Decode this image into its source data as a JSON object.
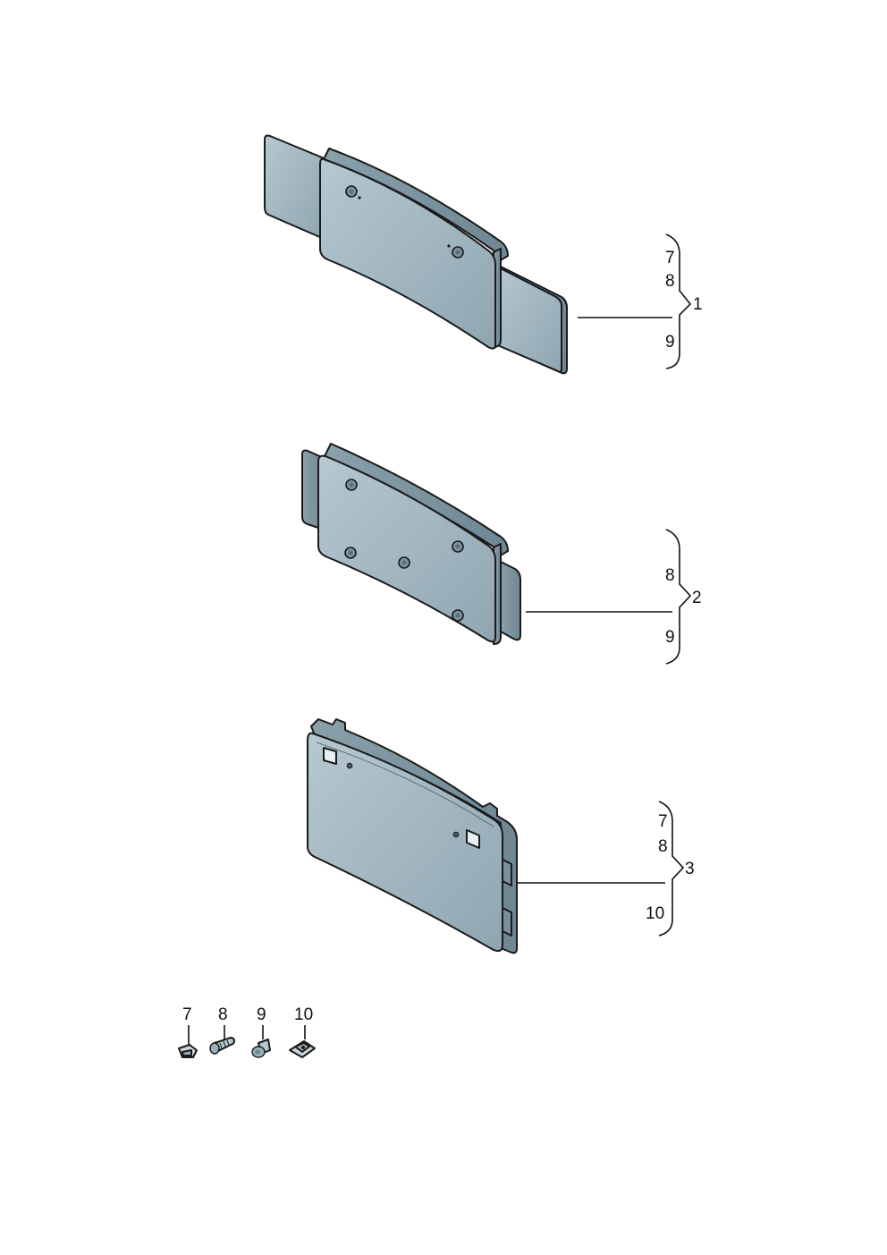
{
  "colors": {
    "face": "#9ab0bb",
    "face_light": "#b4c6ce",
    "side": "#7d949f",
    "outline": "#1a1a1a"
  },
  "assemblies": [
    {
      "ref": "1",
      "parts": [
        "7",
        "8",
        "9"
      ]
    },
    {
      "ref": "2",
      "parts": [
        "8",
        "9"
      ]
    },
    {
      "ref": "3",
      "parts": [
        "7",
        "8",
        "10"
      ]
    }
  ],
  "small_parts": [
    {
      "ref": "7",
      "icon": "clip-nut-icon"
    },
    {
      "ref": "8",
      "icon": "screw-icon"
    },
    {
      "ref": "9",
      "icon": "plug-icon"
    },
    {
      "ref": "10",
      "icon": "spring-nut-icon"
    }
  ]
}
